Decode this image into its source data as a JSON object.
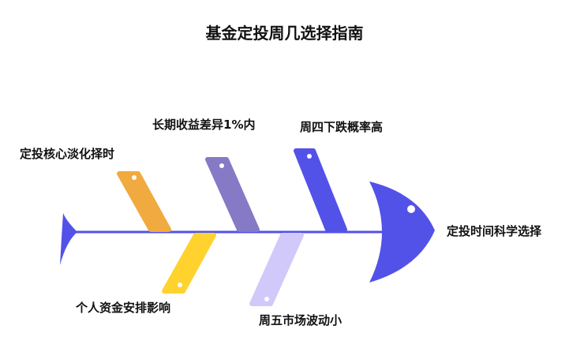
{
  "title": "基金定投周几选择指南",
  "head_label": "定投时间科学选择",
  "colors": {
    "spine": "#5252E8",
    "bone_1": "#F0AA40",
    "bone_2": "#8679C6",
    "bone_3": "#5252E8",
    "bone_4": "#FFD22E",
    "bone_5": "#D0C9FA"
  },
  "causes": [
    {
      "label": "定投核心淡化择时",
      "position": "top"
    },
    {
      "label": "长期收益差异1%内",
      "position": "top"
    },
    {
      "label": "周四下跌概率高",
      "position": "top"
    },
    {
      "label": "个人资金安排影响",
      "position": "bottom"
    },
    {
      "label": "周五市场波动小",
      "position": "bottom"
    }
  ]
}
